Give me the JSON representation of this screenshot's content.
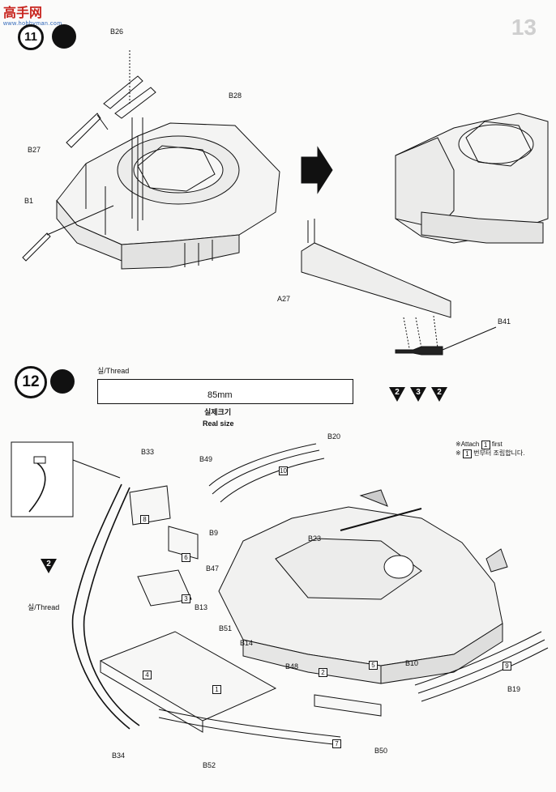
{
  "watermark": {
    "brand": "高手网",
    "site": "www.hobbyman.com"
  },
  "page_number": "13",
  "step11": {
    "number": "11",
    "parts": {
      "b26": "B26",
      "b28": "B28",
      "b27": "B27",
      "b1": "B1",
      "a27": "A27",
      "b41": "B41"
    },
    "markers": [
      "2",
      "3",
      "2"
    ]
  },
  "step12": {
    "number": "12",
    "thread_label": "실/Thread",
    "length": "85mm",
    "real_size_ko": "실제크기",
    "real_size_en": "Real size",
    "note_en": "※Attach",
    "note_box": "1",
    "note_en_suffix": "first",
    "note_ko_prefix": "※",
    "note_ko_suffix": "번부터 조립합니다.",
    "parts": {
      "b20": "B20",
      "b33": "B33",
      "b49": "B49",
      "b9": "B9",
      "b47": "B47",
      "b13": "B13",
      "b23": "B23",
      "b51": "B51",
      "b14": "B14",
      "b48": "B48",
      "b10": "B10",
      "b19": "B19",
      "b34": "B34",
      "b52": "B52",
      "b50": "B50"
    },
    "numbered_boxes": {
      "box10": "10",
      "box8": "8",
      "box6": "6",
      "box3": "3",
      "box4": "4",
      "box1": "1",
      "box2": "2",
      "box5": "5",
      "box9": "9",
      "box7": "7"
    },
    "marker": "2",
    "thread_side_label": "실/Thread"
  },
  "colors": {
    "ink": "#111111",
    "paper": "#fbfbfa",
    "watermark_red": "#c8251f",
    "watermark_blue": "#2a63b7"
  }
}
